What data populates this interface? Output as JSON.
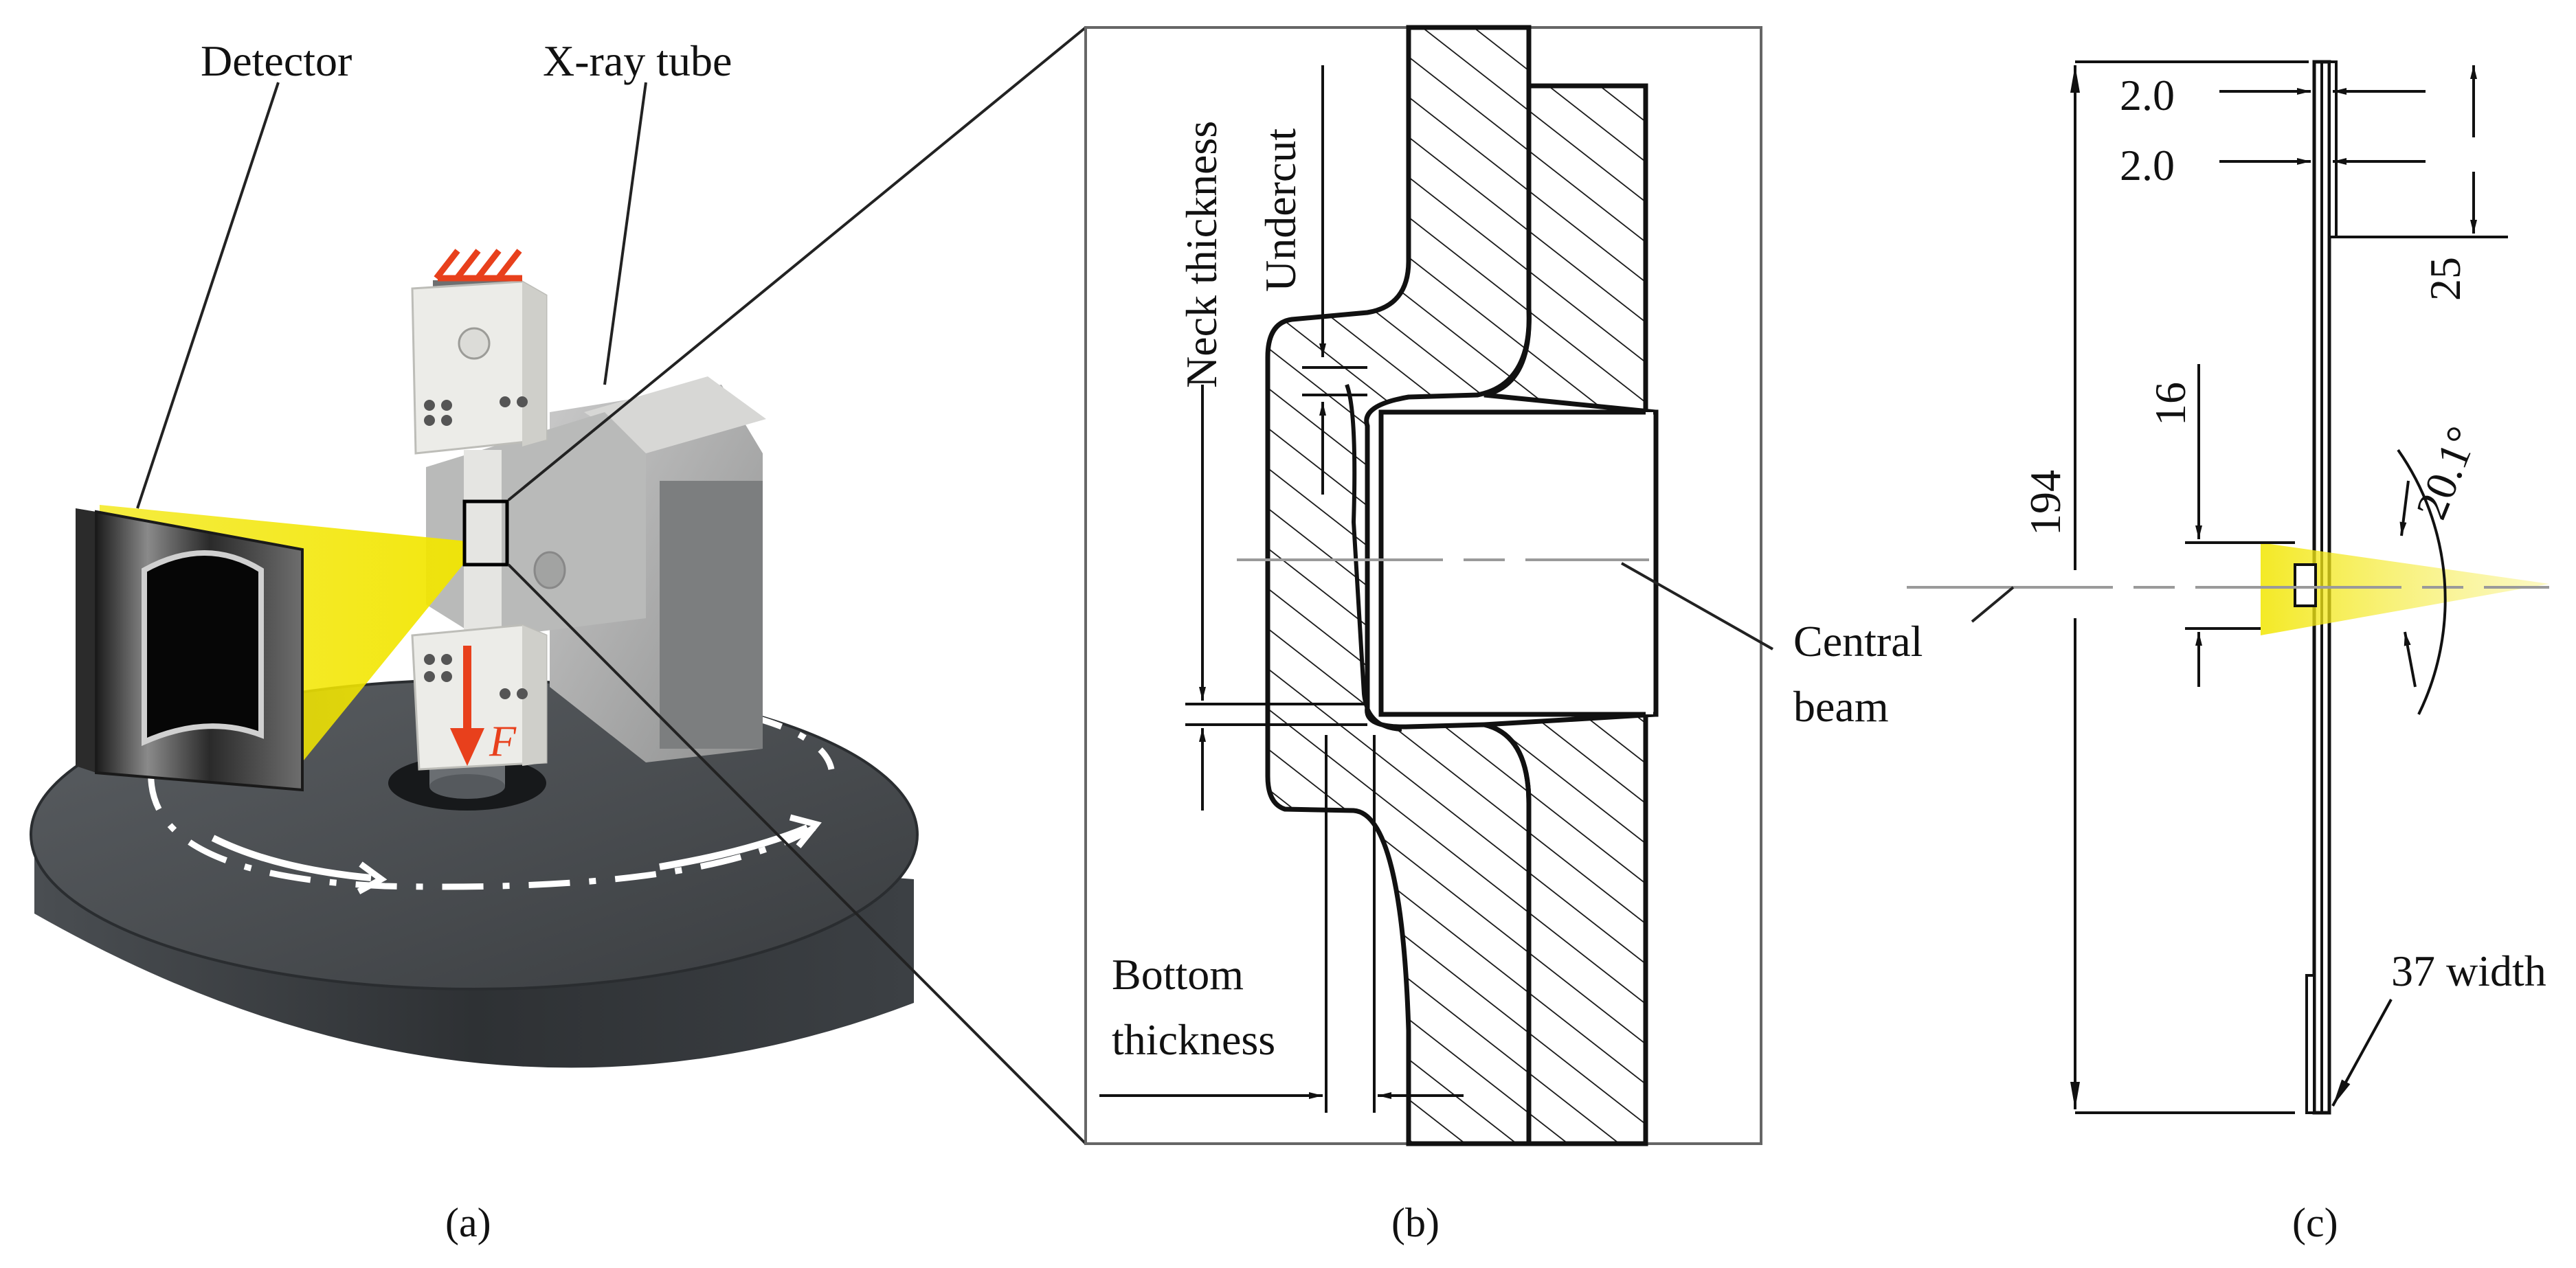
{
  "panel_a": {
    "caption": "(a)",
    "detector_label": "Detector",
    "xray_tube_label": "X-ray tube",
    "force_symbol": "F"
  },
  "panel_b": {
    "caption": "(b)",
    "neck_thickness_label": "Neck thickness",
    "undercut_label": "Undercut",
    "bottom_label_line1": "Bottom",
    "bottom_label_line2": "thickness",
    "central_beam_line1": "Central",
    "central_beam_line2": "beam"
  },
  "panel_c": {
    "caption": "(c)",
    "dim_top_1": "2.0",
    "dim_top_2": "2.0",
    "dim_grip": "25",
    "dim_length": "194",
    "dim_window": "16",
    "dim_angle": "20.1°",
    "dim_width": "37 width"
  },
  "colors": {
    "beam_yellow": "#f2e600",
    "force_red": "#e8401c",
    "turntable_dark": "#3b3f42",
    "metal_light": "#d8d8d2",
    "line": "#111111"
  }
}
